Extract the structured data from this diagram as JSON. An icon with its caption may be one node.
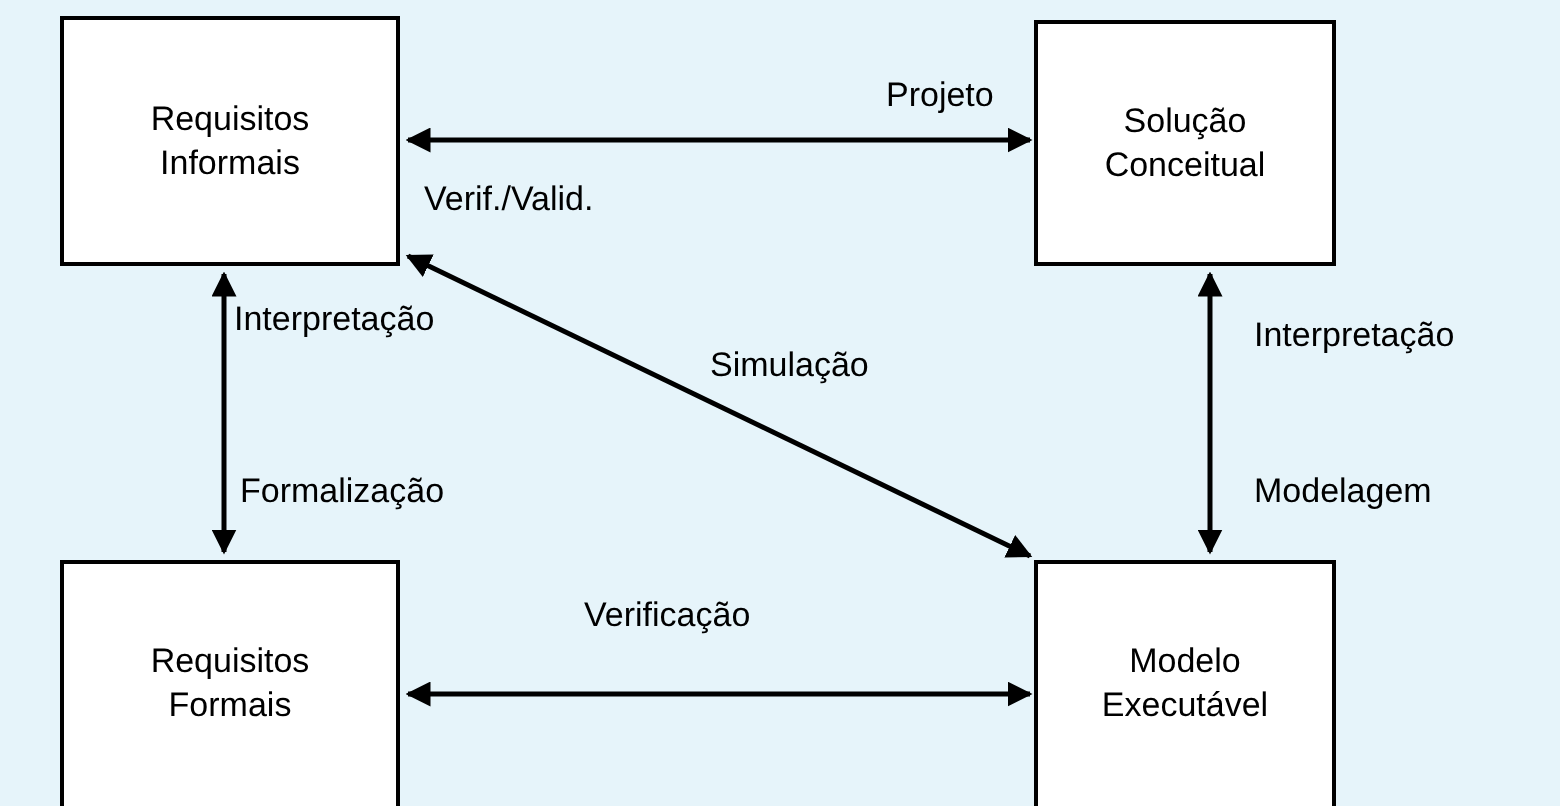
{
  "diagram": {
    "nodes": [
      {
        "text": [
          "Requisitos Informais"
        ]
      },
      {
        "text": [
          "Solução Conceitual"
        ]
      },
      {
        "text": [
          "Requisitos Formais"
        ]
      },
      {
        "text": [
          "Modelo Executável"
        ]
      }
    ],
    "edges": [
      {
        "from": 0,
        "to": 1,
        "arrow": "both",
        "label": "Projeto"
      },
      {
        "from": 0,
        "to": 2,
        "arrow": "both",
        "label": "Interpretação"
      },
      {
        "from": 0,
        "to": 3,
        "arrow": "both",
        "label": "Simulação"
      },
      {
        "from": 1,
        "to": 3,
        "arrow": "both",
        "label": "Interpretação"
      },
      {
        "from": 2,
        "to": 3,
        "arrow": "both",
        "label": "Verificação"
      }
    ],
    "labels": [
      "Verif./Valid.",
      "Formalização",
      "Modelagem"
    ]
  }
}
